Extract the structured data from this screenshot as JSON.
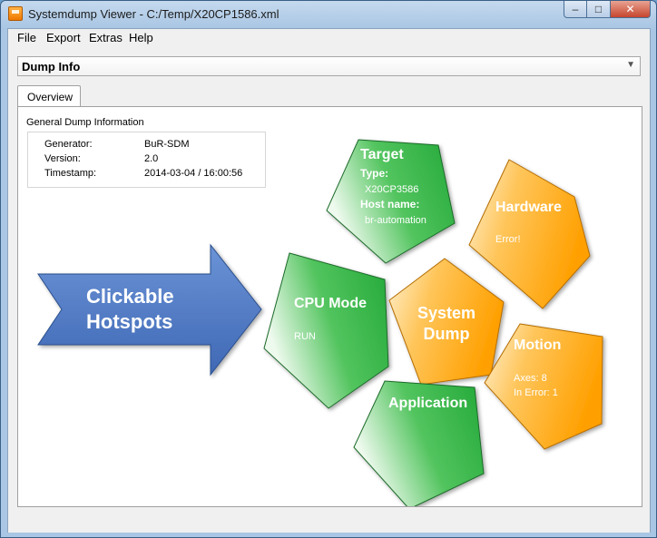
{
  "window": {
    "title": "Systemdump Viewer - C:/Temp/X20CP1586.xml",
    "controls": {
      "minimize": "–",
      "maximize": "□",
      "close": "✕"
    }
  },
  "menu": [
    "File",
    "Export",
    "Extras",
    "Help"
  ],
  "dump_selector": {
    "value": "Dump Info",
    "arrow": "▼"
  },
  "tabs": [
    "Overview"
  ],
  "general_info": {
    "title": "General Dump Information",
    "rows": [
      {
        "key": "Generator:",
        "value": "BuR-SDM"
      },
      {
        "key": "Version:",
        "value": "2.0"
      },
      {
        "key": "Timestamp:",
        "value": "2014-03-04 / 16:00:56"
      }
    ]
  },
  "callout": {
    "line1": "Clickable",
    "line2": "Hotspots"
  },
  "hotspots": {
    "target": {
      "title": "Target",
      "type_label": "Type:",
      "type_value": "X20CP3586",
      "host_label": "Host name:",
      "host_value": "br-automation"
    },
    "hardware": {
      "title": "Hardware",
      "status": "Error!"
    },
    "cpu_mode": {
      "title": "CPU Mode",
      "value": "RUN"
    },
    "system_dump": {
      "line1": "System",
      "line2": "Dump"
    },
    "motion": {
      "title": "Motion",
      "axes": "Axes: 8",
      "in_error": "In Error: 1"
    },
    "application": {
      "title": "Application"
    }
  },
  "colors": {
    "green": "#3cb44b",
    "orange": "#ffa500",
    "arrow_blue": "#4a73c0"
  }
}
